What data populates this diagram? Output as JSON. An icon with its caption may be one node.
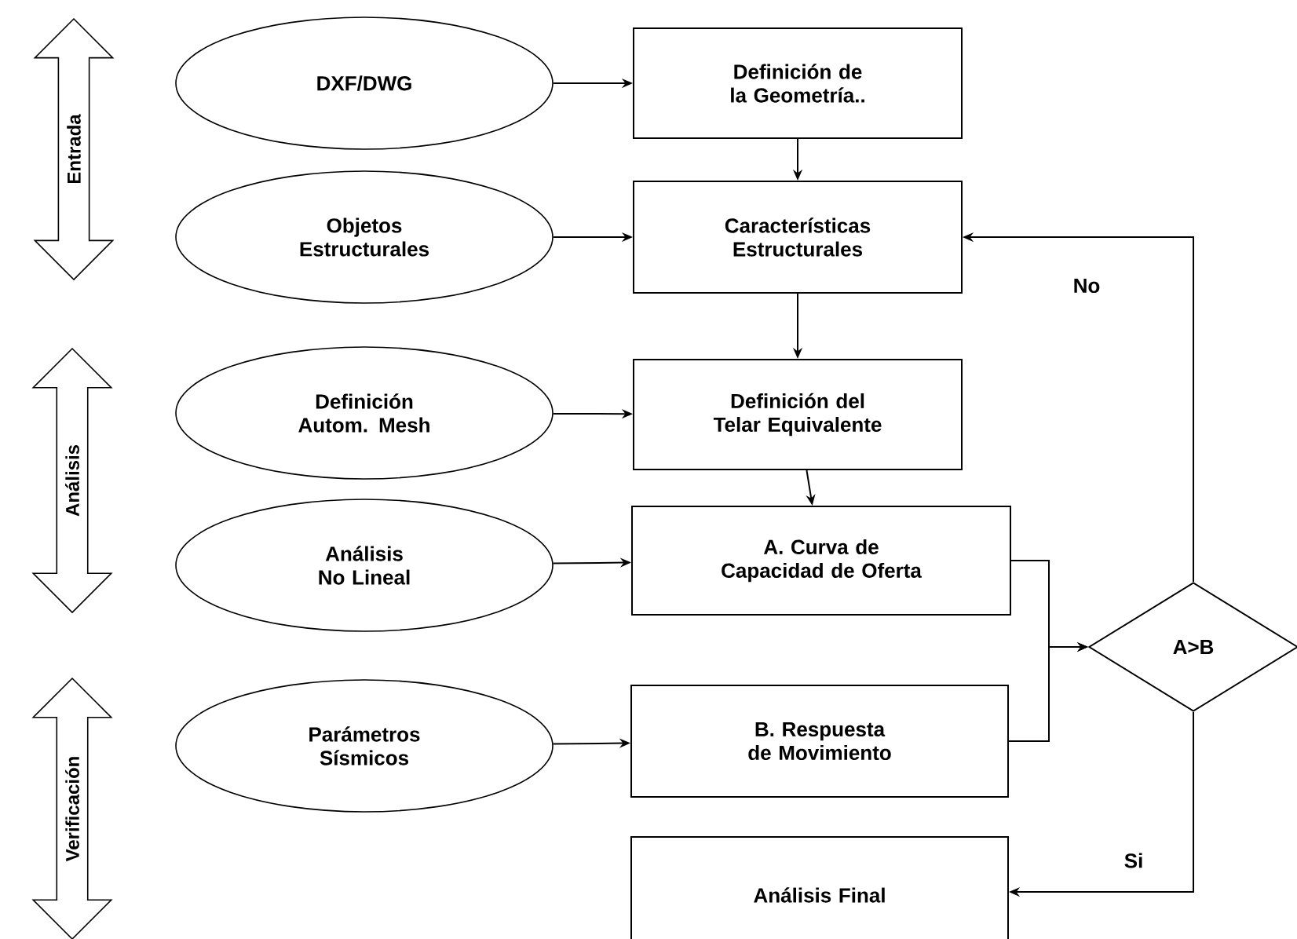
{
  "diagram": {
    "nodes": [
      {
        "text": [
          "Entrada"
        ]
      },
      {
        "text": [
          "DXF/DWG"
        ]
      },
      {
        "text": [
          "Definición de la Geometría.."
        ]
      },
      {
        "text": [
          "Objetos Estructurales"
        ]
      },
      {
        "text": [
          "Características Estructurales"
        ]
      },
      {
        "text": [
          "Análisis"
        ]
      },
      {
        "text": [
          "Definición Autom. Mesh"
        ]
      },
      {
        "text": [
          "Definición del Telar Equivalente"
        ]
      },
      {
        "text": [
          "Análisis No Lineal"
        ]
      },
      {
        "text": [
          "A. Curva de Capacidad de Oferta"
        ]
      },
      {
        "text": [
          "A>B"
        ]
      },
      {
        "text": [
          "Verificación"
        ]
      },
      {
        "text": [
          "Parámetros Sísmicos"
        ]
      },
      {
        "text": [
          "B. Respuesta de Movimiento"
        ]
      },
      {
        "text": [
          "Análisis Final"
        ]
      }
    ],
    "edges": [
      {
        "from": 1,
        "to": 2,
        "arrow": "to"
      },
      {
        "from": 3,
        "to": 4,
        "arrow": "to"
      },
      {
        "from": 6,
        "to": 7,
        "arrow": "to"
      },
      {
        "from": 8,
        "to": 9,
        "arrow": "to"
      },
      {
        "from": 12,
        "to": 13,
        "arrow": "to"
      },
      {
        "from": 2,
        "to": 4,
        "arrow": "to"
      },
      {
        "from": 4,
        "to": 7,
        "arrow": "to"
      },
      {
        "from": 7,
        "to": 9,
        "arrow": "to"
      },
      {
        "from": 9,
        "to": 10,
        "arrow": "to"
      },
      {
        "from": 13,
        "to": 10,
        "arrow": "to"
      },
      {
        "from": 10,
        "to": 4,
        "label": "No",
        "arrow": "to"
      },
      {
        "from": 10,
        "to": 14,
        "label": "Si",
        "arrow": "to"
      }
    ]
  }
}
